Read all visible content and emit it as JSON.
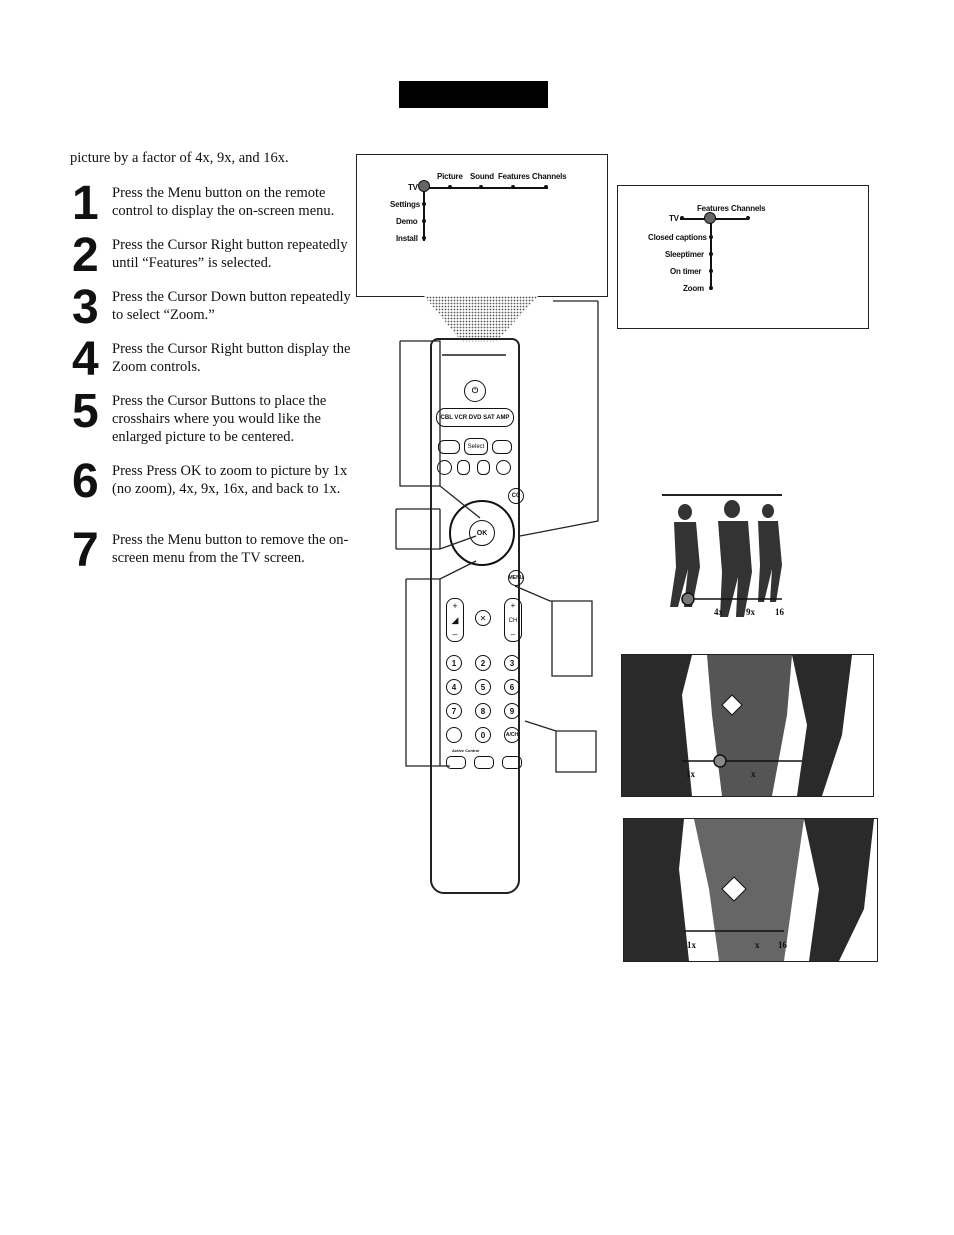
{
  "intro": "picture by a factor of 4x, 9x, and 16x.",
  "steps": [
    {
      "num": "1",
      "text": "Press the Menu button on the remote control to display the on-screen menu."
    },
    {
      "num": "2",
      "text": "Press the Cursor Right button repeatedly until “Features” is selected."
    },
    {
      "num": "3",
      "text": "Press the Cursor Down button repeatedly to select “Zoom.”"
    },
    {
      "num": "4",
      "text": "Press the Cursor Right button display the Zoom controls."
    },
    {
      "num": "5",
      "text": "Press the Cursor Buttons to place the crosshairs where you would like the enlarged picture to be centered."
    },
    {
      "num": "6",
      "text": "Press Press OK to zoom to picture by 1x (no zoom), 4x, 9x, 16x, and back to 1x."
    },
    {
      "num": "7",
      "text": "Press the Menu button to remove the on-screen menu from the TV screen."
    }
  ],
  "menu1": {
    "top": [
      "Picture",
      "Sound",
      "Features",
      "Channels"
    ],
    "root": "TV",
    "side": [
      "Settings",
      "Demo",
      "Install"
    ]
  },
  "menu2": {
    "top": [
      "Features",
      "Channels"
    ],
    "root": "TV",
    "side": [
      "Closed captions",
      "Sleeptimer",
      "On timer",
      "Zoom"
    ]
  },
  "remote": {
    "source_row": "CBL VCR DVD SAT AMP",
    "select": "Select",
    "ok": "OK",
    "cc": "CC",
    "menu": "MENU",
    "ch": "CH",
    "digits": [
      "1",
      "2",
      "3",
      "4",
      "5",
      "6",
      "7",
      "8",
      "9",
      "0"
    ],
    "av": "A/CH",
    "active_control": "Active Control"
  },
  "zoom_scales": {
    "photo1": [
      "4x",
      "9x",
      "16"
    ],
    "photo2": [
      "1x",
      "x"
    ],
    "photo3": [
      "1x",
      "x",
      "16"
    ]
  }
}
